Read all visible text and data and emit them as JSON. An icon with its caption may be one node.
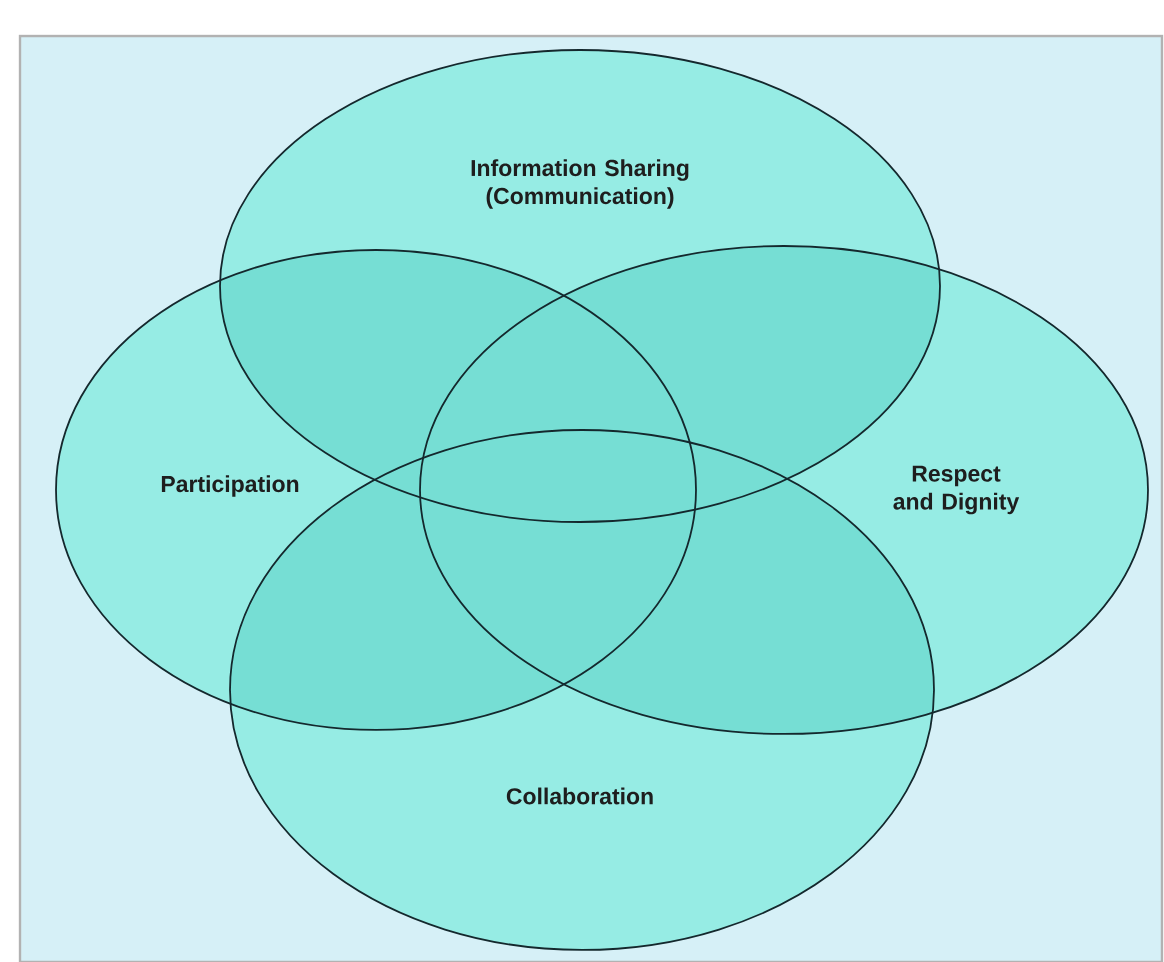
{
  "diagram": {
    "nodes": [
      {
        "text": [
          "Information Sharing (Communication)"
        ]
      },
      {
        "text": [
          "Participation"
        ]
      },
      {
        "text": [
          "Respect and Dignity"
        ]
      },
      {
        "text": [
          "Collaboration"
        ]
      }
    ]
  }
}
